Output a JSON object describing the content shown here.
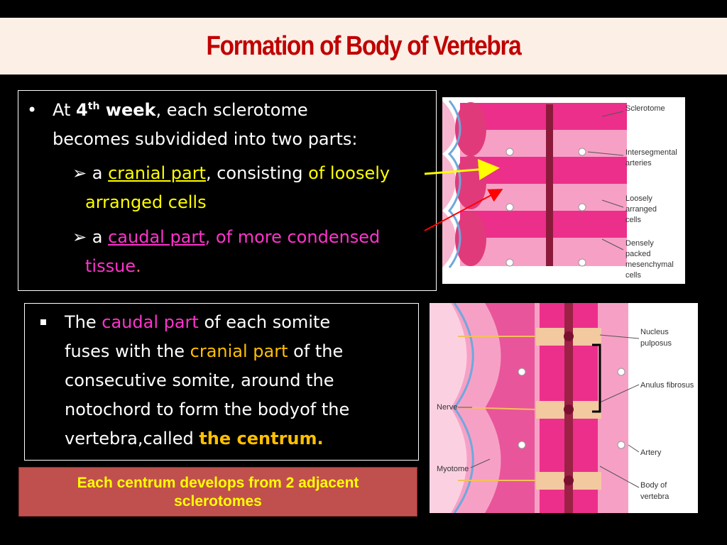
{
  "title": "Formation of Body of Vertebra",
  "box1": {
    "bullet": "•",
    "line1_pre": "At ",
    "line1_bold": "4",
    "line1_sup": "th",
    "line1_week": " week",
    "line1_post": ", each sclerotome",
    "line2": "becomes subvidided into two parts:",
    "sub_bullet": "➢",
    "sub1_a": "a ",
    "sub1_term": "cranial part",
    "sub1_mid": ", consisting ",
    "sub1_desc": "of loosely",
    "sub1_line2": "arranged cells",
    "sub2_a": "a ",
    "sub2_term": "caudal part",
    "sub2_desc": ", of more condensed",
    "sub2_line2": "tissue",
    "sub2_end": "."
  },
  "box2": {
    "l1_pre": "The ",
    "l1_term": "caudal part",
    "l1_post": " of each somite",
    "l2_pre": "fuses with the ",
    "l2_term": "cranial part",
    "l2_post": " of the",
    "l3": "consecutive somite, around the",
    "l4": "notochord to form the bodyof the",
    "l5_pre": "vertebra,called  ",
    "l5_term": "the centrum."
  },
  "banner": {
    "line1": "Each centrum develops from 2 adjacent",
    "line2": "sclerotomes"
  },
  "figure1": {
    "labels": [
      "Sclerotome",
      "Intersegmental",
      "arteries",
      "Loosely",
      "arranged",
      "cells",
      "Densely",
      "packed",
      "mesenchymal",
      "cells"
    ]
  },
  "figure2": {
    "labels": [
      "Nucleus",
      "pulposus",
      "Anulus fibrosus",
      "Nerve",
      "Artery",
      "Myotome",
      "Body of",
      "vertebra"
    ]
  },
  "colors": {
    "title": "#c00000",
    "highlight_yellow": "#ffff00",
    "highlight_magenta": "#ff33cc",
    "centrum": "#ffc000",
    "banner_bg": "#c0504d"
  }
}
